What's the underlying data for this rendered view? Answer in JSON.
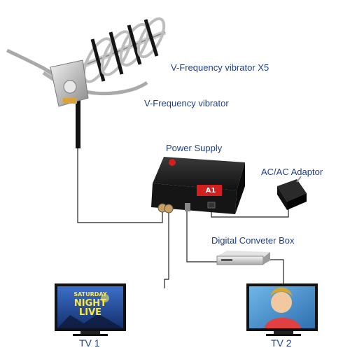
{
  "labels": {
    "vibrator_x5": "V-Frequency vibrator X5",
    "vibrator": "V-Frequency vibrator",
    "power_supply": "Power Supply",
    "adaptor": "AC/AC Adaptor",
    "converter_box": "Digital Conveter Box",
    "tv1": "TV  1",
    "tv2": "TV  2"
  },
  "device_label": "A1",
  "tv1_screen": {
    "line1": "SATURDAY",
    "line2": "NIGHT",
    "line3": "LIVE"
  },
  "colors": {
    "label_text": "#1c3f8f",
    "cable": "#222222",
    "box_body": "#1a1a1a",
    "box_accent": "#d22020",
    "antenna_silver": "#c8c8c8"
  },
  "icons": [
    "antenna-icon",
    "power-supply-box-icon",
    "ac-adaptor-icon",
    "converter-box-icon",
    "tv-icon"
  ]
}
